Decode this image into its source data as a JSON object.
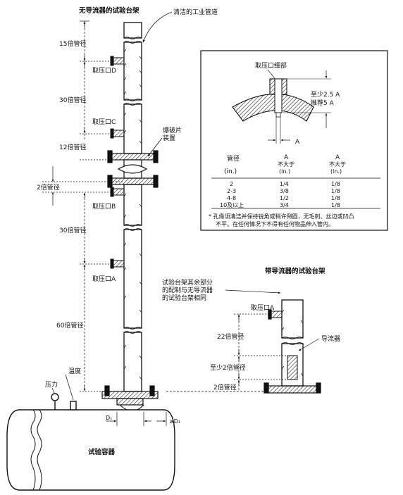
{
  "title_main": "无导流器的试验台架",
  "pipe_label": "清洁的工业管道",
  "dims_left": {
    "d15": "15倍管径",
    "d30a": "30倍管径",
    "d12": "12倍管径",
    "d2": "2倍管径",
    "d30b": "30倍管径",
    "d60": "60倍管径"
  },
  "taps": {
    "D": "取压口D",
    "C": "取压口C",
    "B": "取压口B",
    "A": "取压口A"
  },
  "burst_disk": [
    "爆破片",
    "装置"
  ],
  "vessel": {
    "temp": "温度",
    "pressure": "压力",
    "name": "试验容器",
    "d1_left": "D₁",
    "d1_right": "≥D₁"
  },
  "detail": {
    "title": "取压口细部",
    "dim_a": "A",
    "note_min": "至少2.5 A",
    "note_rec": "推荐5 A",
    "table": {
      "headers": [
        [
          "管径",
          "",
          "(in.)"
        ],
        [
          "A",
          "不大于",
          "(in.)"
        ],
        [
          "A",
          "不大于",
          "(in.)"
        ]
      ],
      "rows": [
        [
          "2",
          "1/4",
          "1/8"
        ],
        [
          "2-3",
          "3/8",
          "1/8"
        ],
        [
          "4-8",
          "1/2",
          "1/8"
        ],
        [
          "10及以上",
          "3/4",
          "1/8"
        ]
      ]
    },
    "footnote": [
      "* 孔缘须清洁并保持锐角或稍许倒圆，无毛刺、丝边或凹凸",
      "不平。在任何情况下不得有任何物品伸入管内。"
    ]
  },
  "right_setup": {
    "title": "带导流器的试验台架",
    "note": [
      "试验台架其余部分",
      "的配制与无导流器",
      "的试验台架相同"
    ],
    "tap_a": "取压口A",
    "d22": "22倍管径",
    "straightener": "导流器",
    "min2": "至少2倍管径",
    "d2": "2倍管径"
  }
}
